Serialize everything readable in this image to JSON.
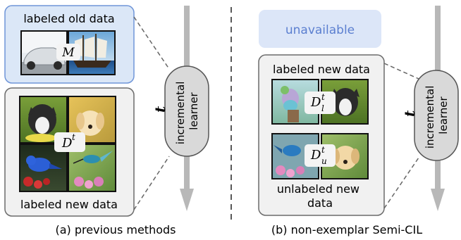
{
  "panel_a": {
    "top_box_label": "labeled old data",
    "memory_symbol": "M",
    "bottom_box_label": "labeled new data",
    "dataset_symbol": "D",
    "dataset_superscript": "t",
    "learner_label_line1": "incremental",
    "learner_label_line2": "learner",
    "time_symbol": "t",
    "caption": "(a) previous methods",
    "images_top": [
      "car-photo",
      "ship-photo"
    ],
    "images_bottom": [
      "dog-photo",
      "puppy-photo",
      "bluebird-photo",
      "hummingbird-photo"
    ]
  },
  "panel_b": {
    "unavailable_label": "unavailable",
    "labeled_label": "labeled new data",
    "labeled_symbol": "D",
    "labeled_superscript": "t",
    "labeled_subscript": "l",
    "unlabeled_symbol": "D",
    "unlabeled_superscript": "t",
    "unlabeled_subscript": "u",
    "unlabeled_label_line1": "unlabeled new",
    "unlabeled_label_line2": "data",
    "learner_label_line1": "incremental",
    "learner_label_line2": "learner",
    "time_symbol": "t",
    "caption": "(b) non-exemplar Semi-CIL",
    "images_labeled": [
      "roller-bird-photo",
      "collie-photo"
    ],
    "images_unlabeled": [
      "kingfisher-photo",
      "golden-puppy-photo"
    ]
  },
  "colors": {
    "old_box_fill": "#dbe7f7",
    "old_box_stroke": "#6f95d8",
    "new_box_fill": "#f1f1f1",
    "new_box_stroke": "#6b6b6b",
    "unavailable_fill": "#dce6f8",
    "unavailable_text": "#5b7fd0",
    "learner_fill": "#d9d9d9",
    "arrow": "#b8b8b8"
  }
}
